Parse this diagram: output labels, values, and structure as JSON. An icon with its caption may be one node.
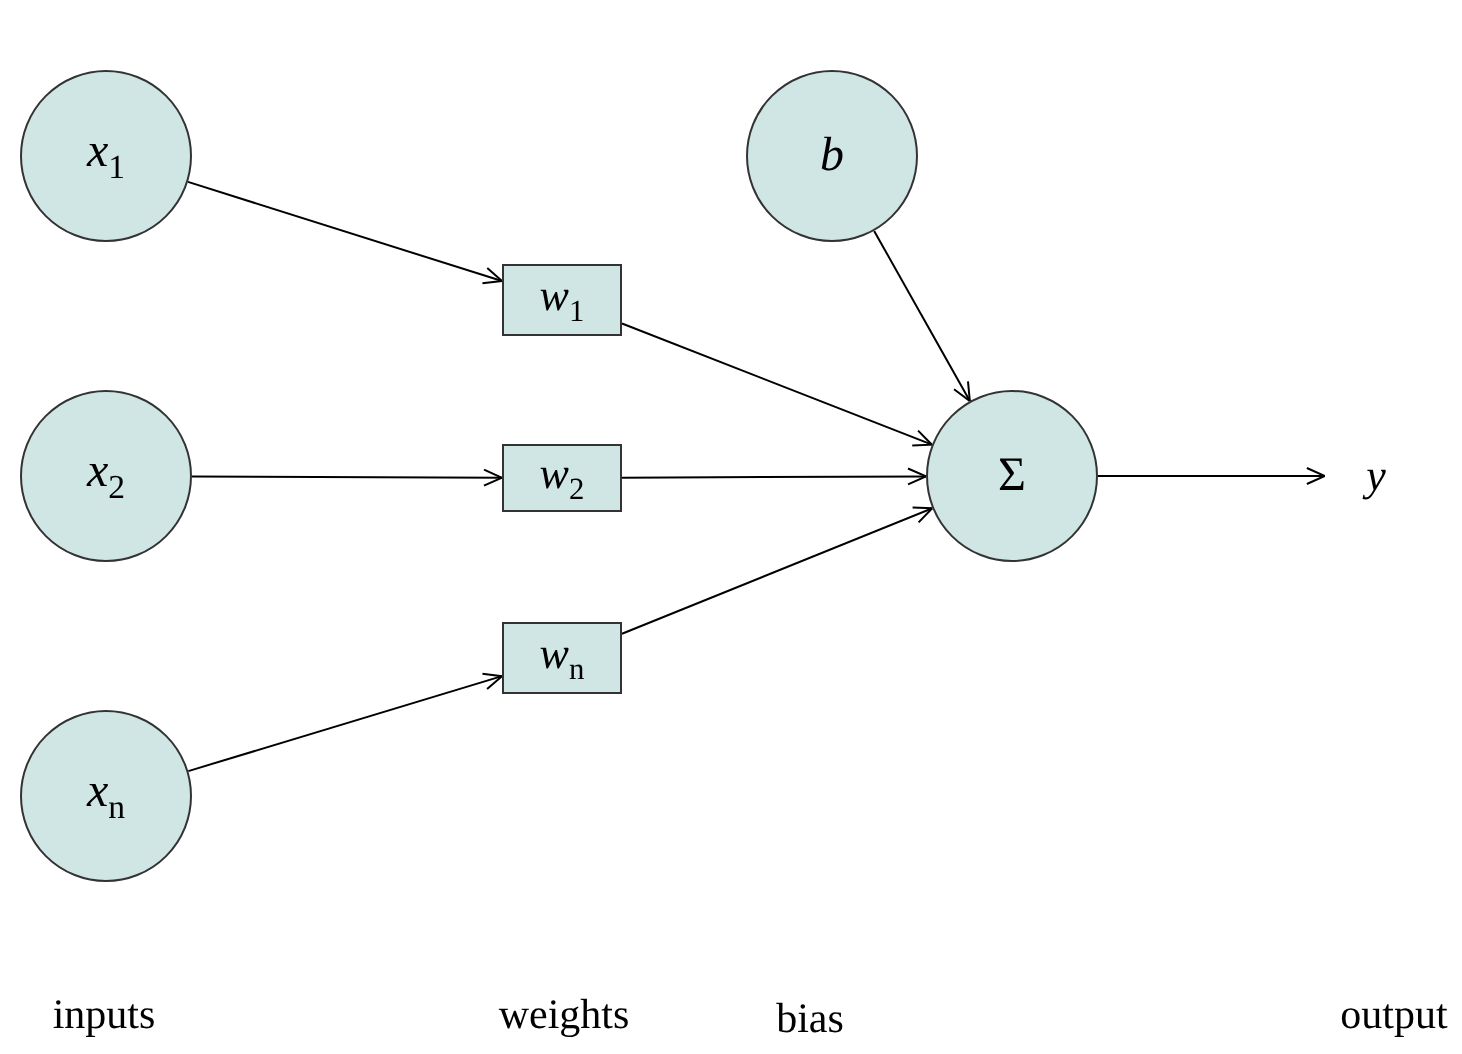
{
  "diagram": {
    "nodes": [
      {
        "text": [
          "*x*$_{1}$"
        ]
      },
      {
        "text": [
          "*x*$_{2}$"
        ]
      },
      {
        "text": [
          "*x*$_{n}$"
        ]
      },
      {
        "text": [
          "*w*$_{1}$"
        ]
      },
      {
        "text": [
          "*w*$_{2}$"
        ]
      },
      {
        "text": [
          "*w*$_{n}$"
        ]
      },
      {
        "text": [
          "*b*"
        ]
      },
      {
        "text": [
          "Σ"
        ]
      },
      {
        "text": [
          "*y*"
        ]
      }
    ],
    "edges": [
      {
        "from": 0,
        "to": 3,
        "arrow": "to"
      },
      {
        "from": 1,
        "to": 4,
        "arrow": "to"
      },
      {
        "from": 2,
        "to": 5,
        "arrow": "to"
      },
      {
        "from": 3,
        "to": 7,
        "arrow": "to"
      },
      {
        "from": 4,
        "to": 7,
        "arrow": "to"
      },
      {
        "from": 5,
        "to": 7,
        "arrow": "to"
      },
      {
        "from": 6,
        "to": 7,
        "arrow": "to"
      },
      {
        "from": 7,
        "to": 8,
        "arrow": "to"
      }
    ],
    "labels": [
      "inputs",
      "weights",
      "bias",
      "output"
    ]
  }
}
